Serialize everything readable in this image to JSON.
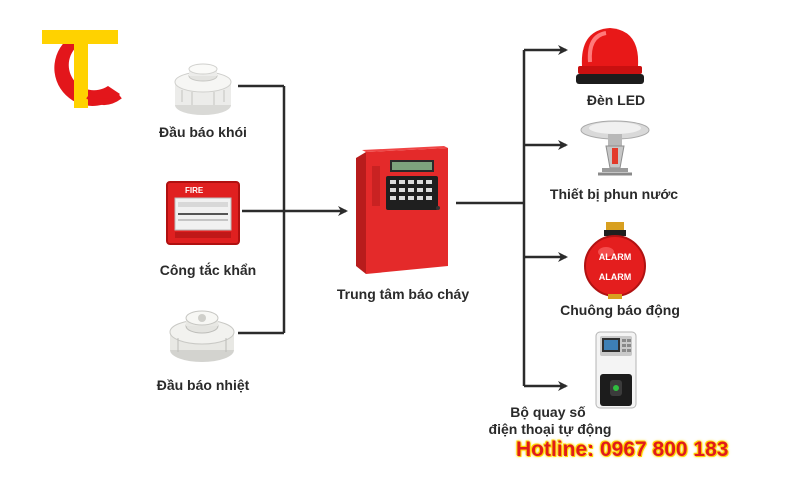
{
  "logo": {
    "icon": "ct-logo-icon",
    "colors": {
      "red": "#e3161b",
      "yellow": "#ffd200"
    }
  },
  "inputs": [
    {
      "label": "Đầu báo khói",
      "icon": "smoke-detector-icon"
    },
    {
      "label": "Công tắc khẩn",
      "icon": "manual-call-point-icon"
    },
    {
      "label": "Đầu báo nhiệt",
      "icon": "heat-detector-icon"
    }
  ],
  "center": {
    "label": "Trung tâm báo cháy",
    "icon": "fire-alarm-panel-icon"
  },
  "outputs": [
    {
      "label": "Đèn LED",
      "icon": "strobe-light-icon"
    },
    {
      "label": "Thiết bị phun nước",
      "icon": "sprinkler-icon"
    },
    {
      "label": "Chuông báo động",
      "icon": "alarm-bell-icon"
    },
    {
      "label_line1": "Bộ quay số",
      "label_line2": "điện thoại tự động",
      "icon": "auto-dialer-icon"
    }
  ],
  "panel_text": {
    "fire": "FIRE",
    "alarm": "ALARM"
  },
  "hotline": "Hotline: 0967 800 183",
  "colors": {
    "line": "#2b2b2b",
    "device_red": "#e02020",
    "hotline": "#e01b1b",
    "hotline_glow": "#ffd400"
  }
}
